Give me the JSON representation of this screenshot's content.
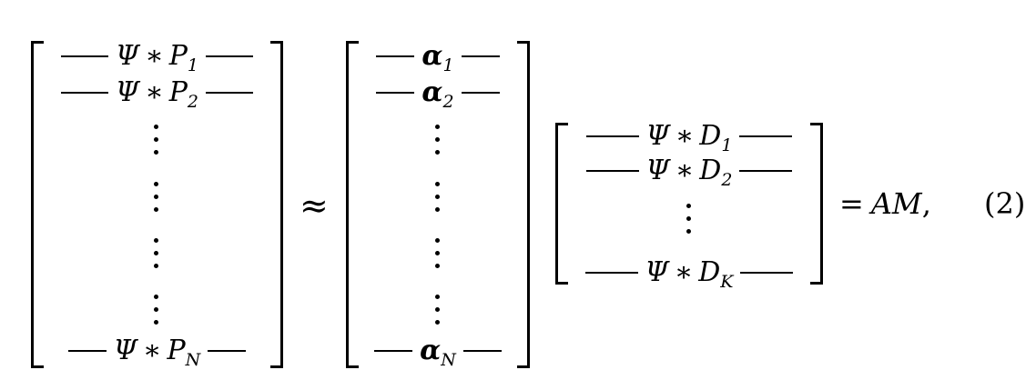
{
  "matrix_p": {
    "rows": [
      {
        "sym": "Ψ",
        "op": "∗",
        "var": "P",
        "sub": "1"
      },
      {
        "sym": "Ψ",
        "op": "∗",
        "var": "P",
        "sub": "2"
      },
      {
        "sym": "Ψ",
        "op": "∗",
        "var": "P",
        "sub": "N"
      }
    ]
  },
  "approx_symbol": "≈",
  "matrix_alpha": {
    "rows": [
      {
        "var": "α",
        "sub": "1"
      },
      {
        "var": "α",
        "sub": "2"
      },
      {
        "var": "α",
        "sub": "N"
      }
    ]
  },
  "matrix_d": {
    "rows": [
      {
        "sym": "Ψ",
        "op": "∗",
        "var": "D",
        "sub": "1"
      },
      {
        "sym": "Ψ",
        "op": "∗",
        "var": "D",
        "sub": "2"
      },
      {
        "sym": "Ψ",
        "op": "∗",
        "var": "D",
        "sub": "K"
      }
    ]
  },
  "rhs": {
    "equals": "=",
    "expr": "AM",
    "punct": ","
  },
  "equation_number": "(2)"
}
